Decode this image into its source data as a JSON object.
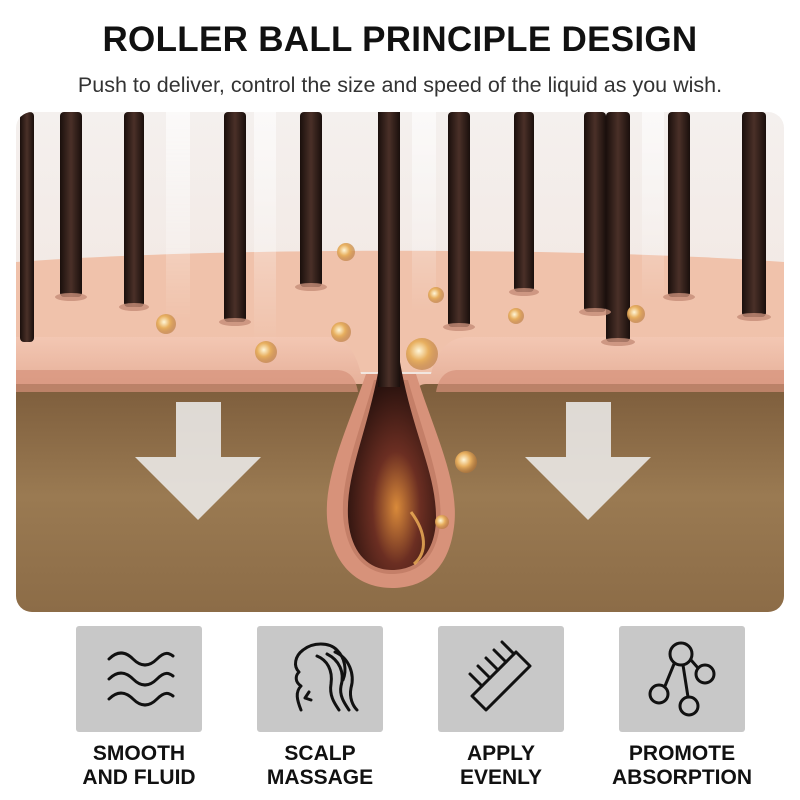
{
  "header": {
    "title": "ROLLER BALL PRINCIPLE DESIGN",
    "subtitle": "Push to deliver, control the size and speed of the liquid as you wish."
  },
  "colors": {
    "scalp": "#e8b39a",
    "dermis": "#8a6a44",
    "hair": "#2a1a16",
    "arrow": "#e4e4e4",
    "tile": "#c8c8c8",
    "text": "#111111"
  },
  "features": [
    {
      "icon": "waves-icon",
      "line1": "SMOOTH",
      "line2": "AND FLUID"
    },
    {
      "icon": "head-hair-icon",
      "line1": "SCALP",
      "line2": "MASSAGE"
    },
    {
      "icon": "comb-icon",
      "line1": "APPLY",
      "line2": "EVENLY"
    },
    {
      "icon": "molecule-icon",
      "line1": "PROMOTE",
      "line2": "ABSORPTION"
    }
  ]
}
